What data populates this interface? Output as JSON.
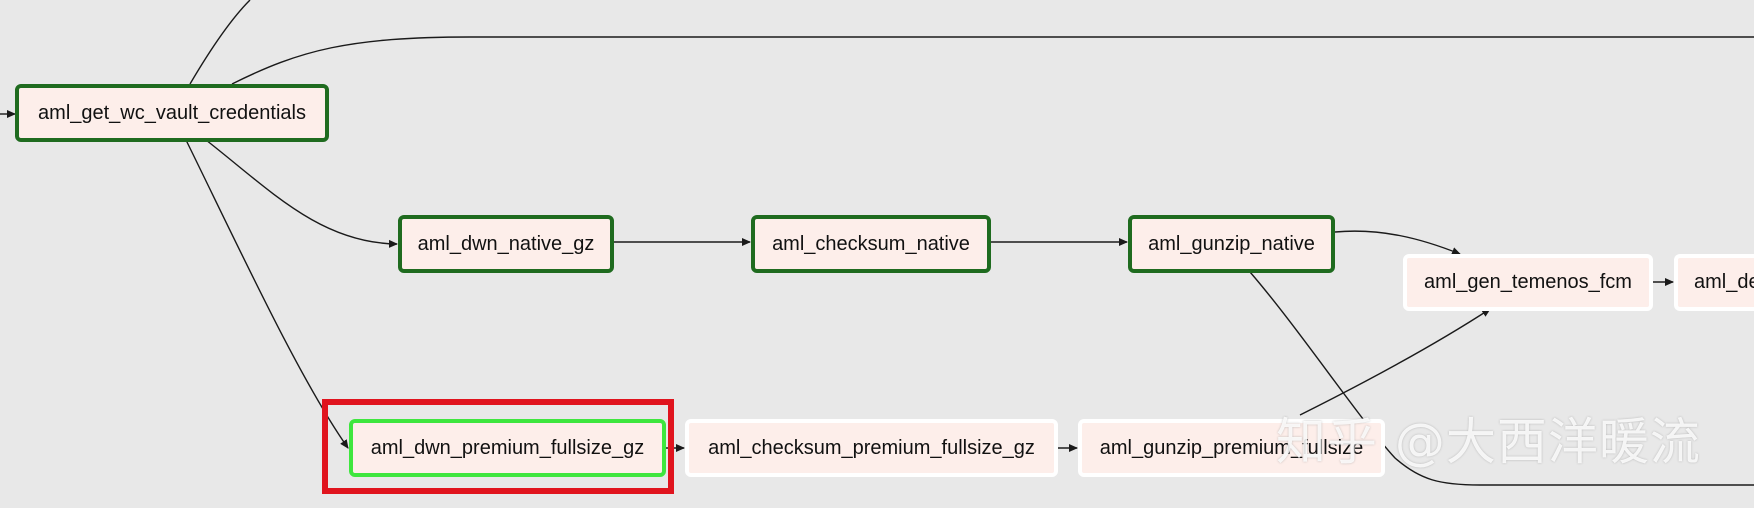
{
  "graph": {
    "nodes": [
      {
        "id": "aml_get_wc_vault_credentials",
        "label": "aml_get_wc_vault_credentials",
        "state": "success"
      },
      {
        "id": "aml_dwn_native_gz",
        "label": "aml_dwn_native_gz",
        "state": "success"
      },
      {
        "id": "aml_checksum_native",
        "label": "aml_checksum_native",
        "state": "success"
      },
      {
        "id": "aml_gunzip_native",
        "label": "aml_gunzip_native",
        "state": "success"
      },
      {
        "id": "aml_gen_temenos_fcm",
        "label": "aml_gen_temenos_fcm",
        "state": "pending"
      },
      {
        "id": "aml_de",
        "label": "aml_de",
        "state": "pending"
      },
      {
        "id": "aml_dwn_premium_fullsize_gz",
        "label": "aml_dwn_premium_fullsize_gz",
        "state": "running"
      },
      {
        "id": "aml_checksum_premium_fullsize_gz",
        "label": "aml_checksum_premium_fullsize_gz",
        "state": "pending"
      },
      {
        "id": "aml_gunzip_premium_fullsize",
        "label": "aml_gunzip_premium_fullsize",
        "state": "pending"
      }
    ],
    "highlighted_node": "aml_dwn_premium_fullsize_gz"
  },
  "colors": {
    "background": "#e8e8e8",
    "node_fill": "#fdeeea",
    "success_border": "#1f6b1f",
    "running_border": "#3ee63e",
    "pending_border": "#ffffff",
    "highlight": "#e0141e",
    "edge": "#1a1a1a"
  },
  "watermark": {
    "text": "知乎 @大西洋暖流"
  }
}
